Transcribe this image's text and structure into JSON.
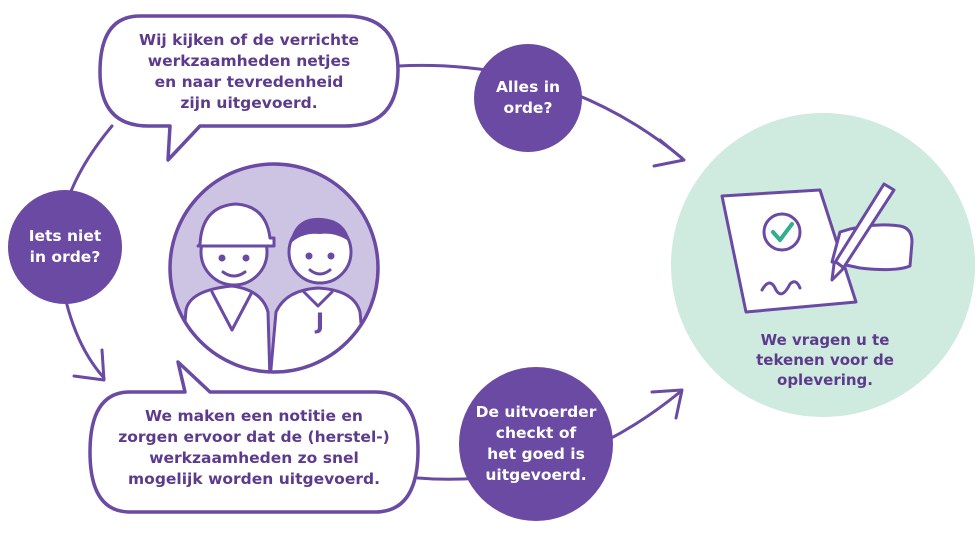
{
  "colors": {
    "purple": "#6a4aa3",
    "purple_text": "#5d3b8c",
    "lavender": "#cdc4e3",
    "mint": "#cfeadf",
    "green_check": "#2fb08a",
    "white": "#ffffff"
  },
  "bubbles": {
    "top": "Wij kijken of de verrichte\nwerkzaamheden netjes\nen naar tevredenheid\nzijn uitgevoerd.",
    "bottom": "We maken een notitie en\nzorgen ervoor dat de (herstel-)\nwerkzaamheden zo snel\nmogelijk worden uitgevoerd."
  },
  "circles": {
    "alles": "Alles in\norde?",
    "iets": "Iets niet\nin orde?",
    "uitvoerder": "De uitvoerder\ncheckt of\nhet goed is\nuitgevoerd."
  },
  "final_step": {
    "text": "We vragen u te\ntekenen voor de\noplevering."
  },
  "illustration": {
    "shirt_letter": "J",
    "icons": [
      "worker-helmet-icon",
      "person-icon",
      "document-check-icon",
      "pen-hand-icon"
    ]
  }
}
